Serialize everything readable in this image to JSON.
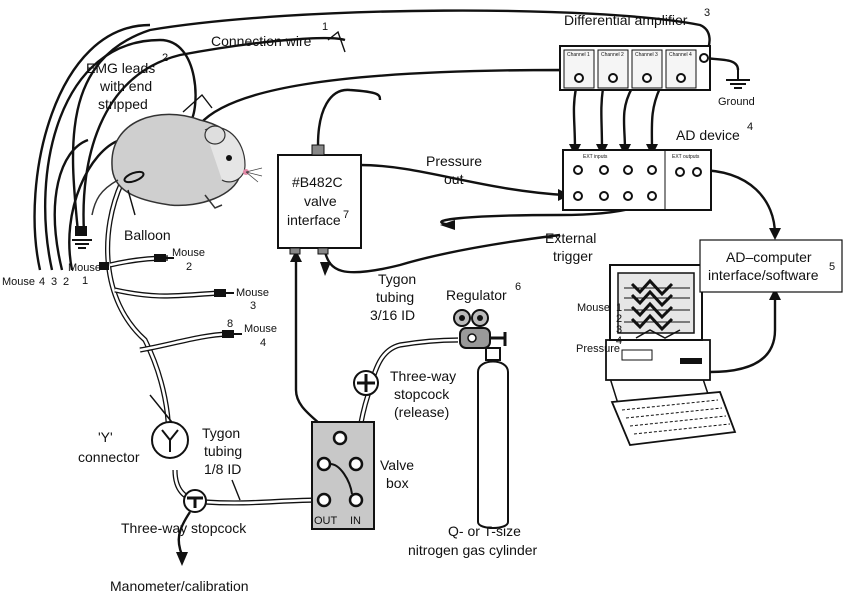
{
  "labels": {
    "differential_amplifier": "Differential amplifier",
    "differential_amplifier_num": "3",
    "connection_wire": "Connection wire",
    "connection_wire_num": "1",
    "emg_leads_line1": "EMG leads",
    "emg_leads_line2": "with end",
    "emg_leads_line3": "stripped",
    "emg_leads_num": "2",
    "ground": "Ground",
    "ad_device": "AD device",
    "ad_device_num": "4",
    "pressure_out_line1": "Pressure",
    "pressure_out_line2": "out",
    "valve_interface_line1": "#B482C",
    "valve_interface_line2": "valve",
    "valve_interface_line3": "interface",
    "valve_interface_num": "7",
    "external_trigger_line1": "External",
    "external_trigger_line2": "trigger",
    "ad_computer_line1": "AD–computer",
    "ad_computer_line2": "interface/software",
    "ad_computer_num": "5",
    "balloon": "Balloon",
    "mouse_2_line1": "Mouse",
    "mouse_2_line2": "2",
    "mouse_3_line1": "Mouse",
    "mouse_3_line2": "3",
    "mouse_4_line1": "Mouse",
    "mouse_4_line2": "4",
    "mouse_8": "8",
    "mouse_bottom": "Mouse",
    "mouse_bottom_nums": [
      "4",
      "3",
      "2"
    ],
    "mouse_1_line1": "Mouse",
    "mouse_1_line2": "1",
    "tygon_316_line1": "Tygon",
    "tygon_316_line2": "tubing",
    "tygon_316_line3": "3/16 ID",
    "regulator": "Regulator",
    "regulator_num": "6",
    "stopcock_release_line1": "Three-way",
    "stopcock_release_line2": "stopcock",
    "stopcock_release_line3": "(release)",
    "y_connector_line1": "'Y'",
    "y_connector_line2": "connector",
    "tygon_18_line1": "Tygon",
    "tygon_18_line2": "tubing",
    "tygon_18_line3": "1/8 ID",
    "valve_box_line1": "Valve",
    "valve_box_line2": "box",
    "out": "OUT",
    "in": "IN",
    "three_way_stopcock": "Three-way stopcock",
    "cylinder_line1": "Q- or T-size",
    "cylinder_line2": "nitrogen gas cylinder",
    "manometer": "Manometer/calibration",
    "screen_mouse": "Mouse",
    "screen_nums": [
      "1",
      "2",
      "3",
      "4"
    ],
    "screen_pressure": "Pressure",
    "amp_channels": [
      "Channel 1",
      "Channel 2",
      "Channel 3",
      "Channel 4"
    ],
    "ad_panel_left": "EXT inputs",
    "ad_panel_right": "EXT outputs"
  }
}
